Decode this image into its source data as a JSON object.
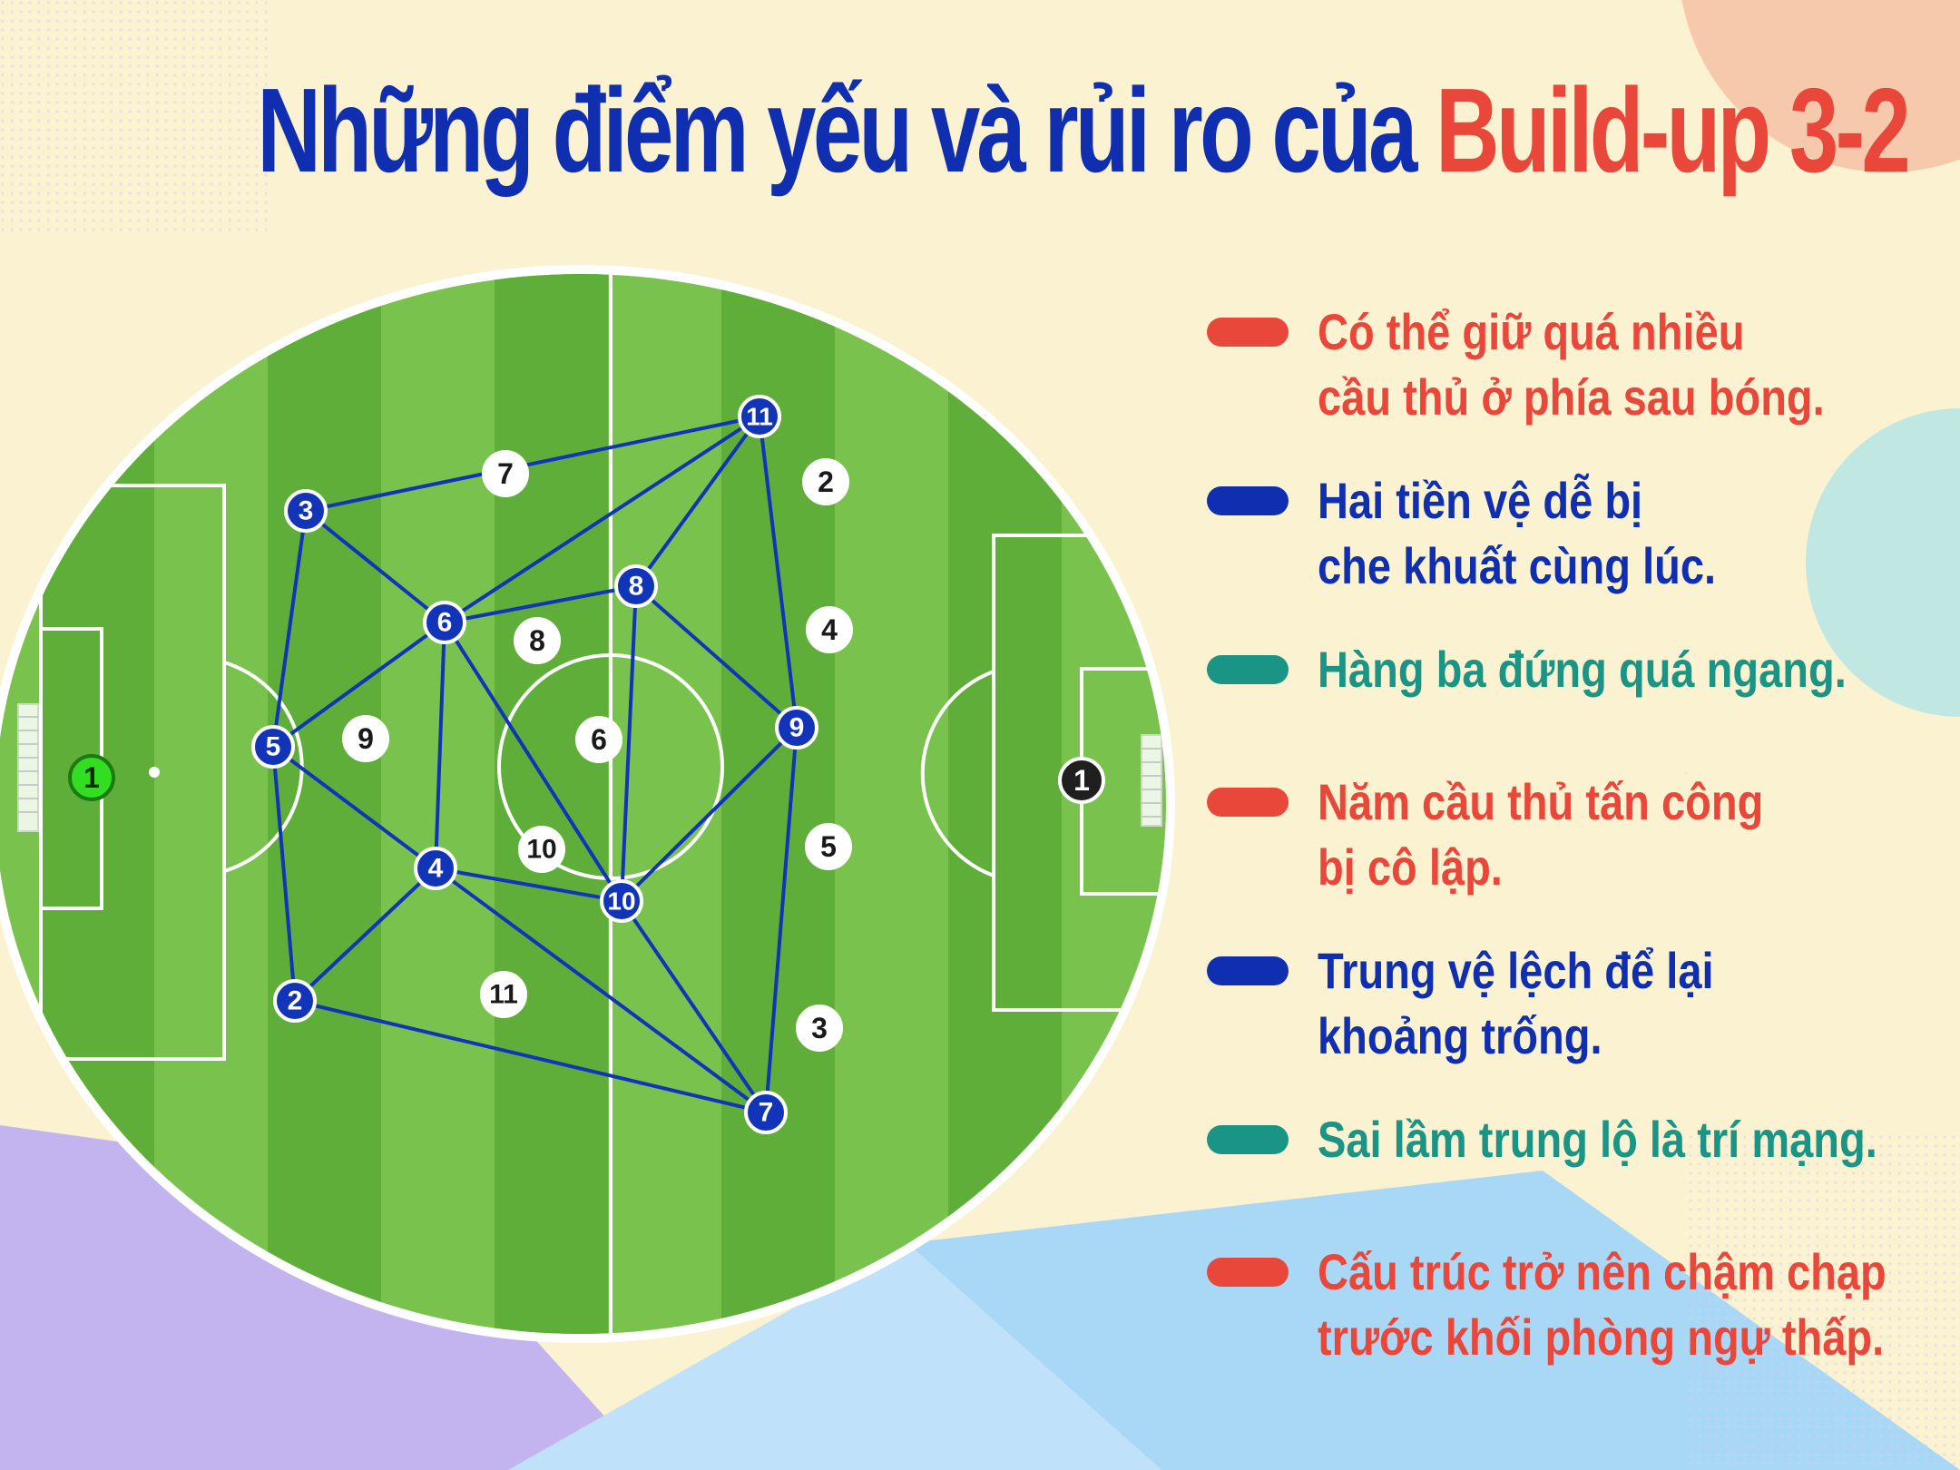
{
  "title": {
    "part1": "Những điểm yếu và rủi ro của",
    "part2": "Build-up 3-2"
  },
  "colors": {
    "title_blue": "#0f2fb0",
    "title_red": "#e8473a",
    "pitch_green_light": "#79c24d",
    "pitch_green_dark": "#5fae3a",
    "team_blue": "#1134b8",
    "legend_red": "#e8473a",
    "legend_blue": "#0f2fb0",
    "legend_teal": "#1a9484",
    "keeper_green": "#33dd22",
    "keeper_black": "#1f1f1f"
  },
  "legend": [
    {
      "color": "red",
      "lines": [
        "Có thể giữ quá nhiều",
        "cầu thủ ở phía sau bóng."
      ]
    },
    {
      "color": "blue",
      "lines": [
        "Hai tiền vệ dễ bị",
        "che khuất cùng lúc."
      ]
    },
    {
      "color": "teal",
      "lines": [
        "Hàng ba đứng quá ngang."
      ]
    },
    {
      "color": "red",
      "lines": [
        "Năm cầu thủ tấn công",
        "bị cô lập."
      ]
    },
    {
      "color": "blue",
      "lines": [
        "Trung vệ lệch để lại",
        "khoảng trống."
      ]
    },
    {
      "color": "teal",
      "lines": [
        "Sai lầm trung lộ là trí mạng."
      ]
    },
    {
      "color": "red",
      "lines": [
        "Cấu trúc trở nên chậm chạp",
        "trước khối phòng ngự thấp."
      ]
    }
  ],
  "pitch": {
    "blue_team": [
      {
        "id": "b3",
        "number": "3"
      },
      {
        "id": "b5",
        "number": "5"
      },
      {
        "id": "b2",
        "number": "2"
      },
      {
        "id": "b6",
        "number": "6"
      },
      {
        "id": "b4",
        "number": "4"
      },
      {
        "id": "b8",
        "number": "8"
      },
      {
        "id": "b10",
        "number": "10"
      },
      {
        "id": "b11",
        "number": "11"
      },
      {
        "id": "b9",
        "number": "9"
      },
      {
        "id": "b7",
        "number": "7"
      }
    ],
    "passing_links": [
      [
        "b3",
        "b5"
      ],
      [
        "b5",
        "b2"
      ],
      [
        "b5",
        "b6"
      ],
      [
        "b5",
        "b4"
      ],
      [
        "b3",
        "b6"
      ],
      [
        "b3",
        "b11"
      ],
      [
        "b6",
        "b8"
      ],
      [
        "b6",
        "b11"
      ],
      [
        "b6",
        "b4"
      ],
      [
        "b6",
        "b10"
      ],
      [
        "b4",
        "b2"
      ],
      [
        "b4",
        "b10"
      ],
      [
        "b4",
        "b7"
      ],
      [
        "b2",
        "b7"
      ],
      [
        "b8",
        "b11"
      ],
      [
        "b8",
        "b9"
      ],
      [
        "b8",
        "b10"
      ],
      [
        "b11",
        "b9"
      ],
      [
        "b9",
        "b10"
      ],
      [
        "b9",
        "b7"
      ],
      [
        "b10",
        "b7"
      ]
    ],
    "white_team": [
      {
        "id": "w7",
        "number": "7"
      },
      {
        "id": "w2",
        "number": "2"
      },
      {
        "id": "w8",
        "number": "8"
      },
      {
        "id": "w4",
        "number": "4"
      },
      {
        "id": "w9",
        "number": "9"
      },
      {
        "id": "w6",
        "number": "6"
      },
      {
        "id": "w10",
        "number": "10"
      },
      {
        "id": "w5",
        "number": "5"
      },
      {
        "id": "w11",
        "number": "11"
      },
      {
        "id": "w3",
        "number": "3"
      }
    ],
    "keepers": [
      {
        "id": "gk-left",
        "number": "1",
        "team": "blue-team"
      },
      {
        "id": "gk-right",
        "number": "1",
        "team": "white-team"
      }
    ]
  }
}
